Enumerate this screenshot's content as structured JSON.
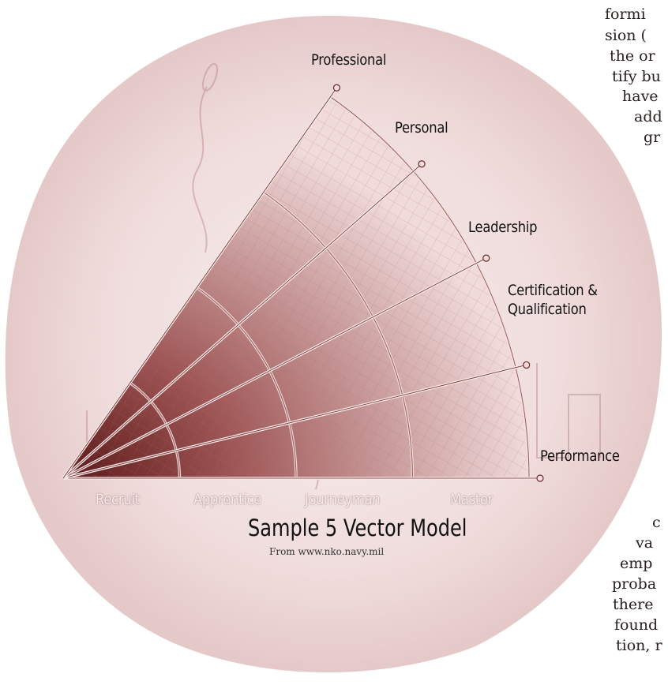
{
  "diagram": {
    "title": "Sample 5 Vector Model",
    "source": "From www.nko.navy.mil",
    "vectors": [
      "Professional",
      "Personal",
      "Leadership",
      "Certification & Qualification",
      "Performance"
    ],
    "stages": [
      "Recruit",
      "Apprentice",
      "Journeyman",
      "Master"
    ],
    "colors": {
      "dark": "#7a2e2e",
      "mid": "#b07272",
      "light": "#ecd2d2",
      "bg": "#f3e4e4"
    }
  },
  "side_text": {
    "top": [
      "formi",
      "sion (",
      "the or",
      "tify bu",
      "have",
      "add",
      "gr"
    ],
    "bottom": [
      "c",
      "va",
      "emp",
      "proba",
      "there",
      "found",
      "tion, r"
    ]
  }
}
